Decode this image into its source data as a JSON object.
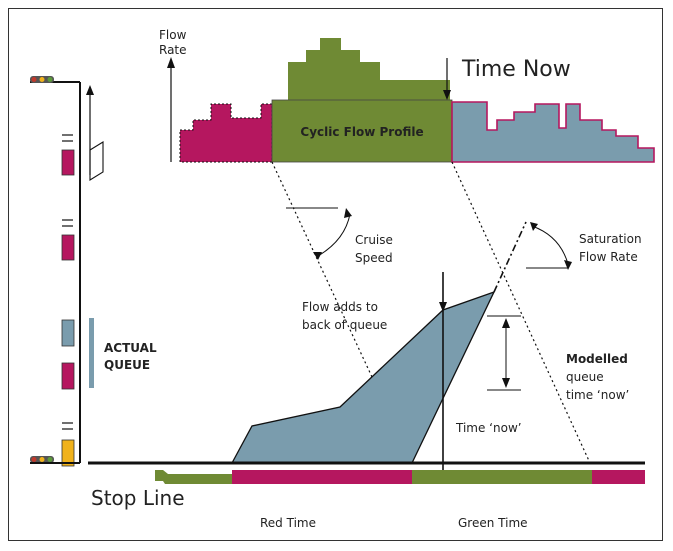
{
  "labels": {
    "flow_rate_line1": "Flow",
    "flow_rate_line2": "Rate",
    "time_now": "Time Now",
    "cyclic_flow_profile": "Cyclic Flow Profile",
    "cruise_speed_line1": "Cruise",
    "cruise_speed_line2": "Speed",
    "saturation_line1": "Saturation",
    "saturation_line2": "Flow Rate",
    "flow_adds_line1": "Flow adds to",
    "flow_adds_line2": "back of queue",
    "modelled_line1": "Modelled",
    "modelled_line2": "queue",
    "modelled_line3": "time ‘now’",
    "time_now_lower": "Time ‘now’",
    "actual_queue_line1": "ACTUAL",
    "actual_queue_line2": "QUEUE",
    "stop_line": "Stop Line",
    "red_time": "Red Time",
    "green_time": "Green Time"
  },
  "colors": {
    "red_phase": "#b5175f",
    "green_phase": "#6f8a34",
    "queue_fill": "#7a9cad",
    "amber": "#f0b21c",
    "line": "#111111"
  }
}
